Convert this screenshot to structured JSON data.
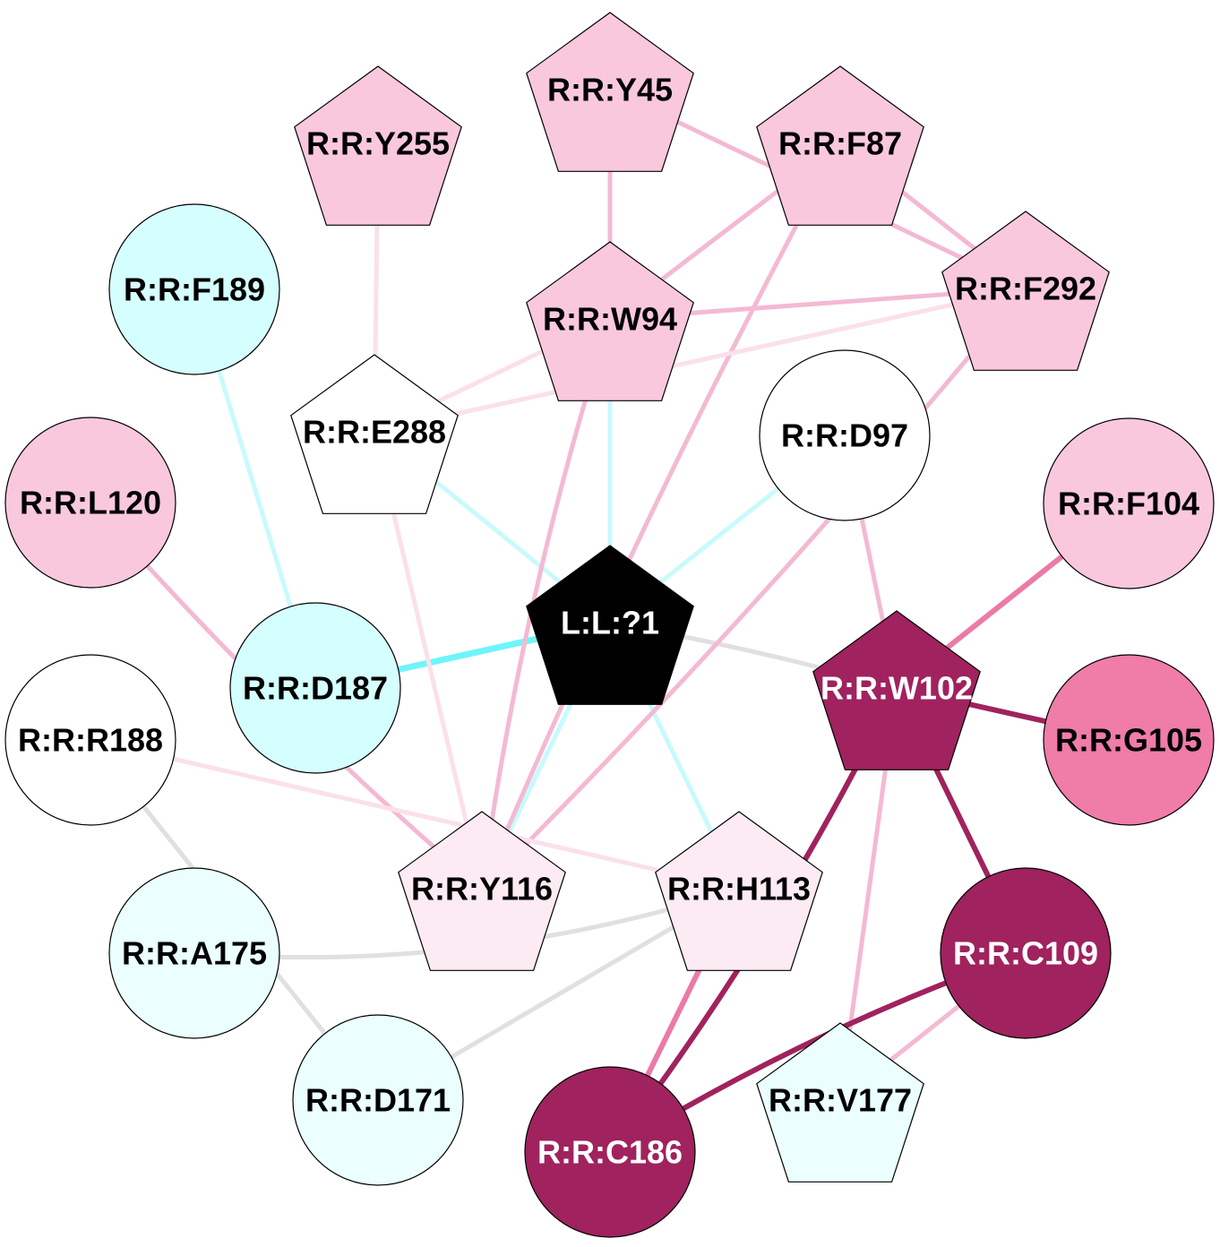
{
  "nodes": [
    {
      "id": "L:L:?1",
      "label": "L:L:?1",
      "shape": "pentagon",
      "fill": "#000000",
      "text_color": "#ffffff"
    },
    {
      "id": "R:R:Y45",
      "label": "R:R:Y45",
      "shape": "pentagon",
      "fill": "#f9c8dd",
      "text_color": "#000000"
    },
    {
      "id": "R:R:Y255",
      "label": "R:R:Y255",
      "shape": "pentagon",
      "fill": "#f9c8dd",
      "text_color": "#000000"
    },
    {
      "id": "R:R:F87",
      "label": "R:R:F87",
      "shape": "pentagon",
      "fill": "#f9c8dd",
      "text_color": "#000000"
    },
    {
      "id": "R:R:W94",
      "label": "R:R:W94",
      "shape": "pentagon",
      "fill": "#f9c8dd",
      "text_color": "#000000"
    },
    {
      "id": "R:R:F292",
      "label": "R:R:F292",
      "shape": "pentagon",
      "fill": "#f9c8dd",
      "text_color": "#000000"
    },
    {
      "id": "R:R:F189",
      "label": "R:R:F189",
      "shape": "circle",
      "fill": "#d5fefe",
      "text_color": "#000000"
    },
    {
      "id": "R:R:E288",
      "label": "R:R:E288",
      "shape": "pentagon",
      "fill": "#ffffff",
      "text_color": "#000000"
    },
    {
      "id": "R:R:D97",
      "label": "R:R:D97",
      "shape": "circle",
      "fill": "#ffffff",
      "text_color": "#000000"
    },
    {
      "id": "R:R:L120",
      "label": "R:R:L120",
      "shape": "circle",
      "fill": "#f9c8dd",
      "text_color": "#000000"
    },
    {
      "id": "R:R:F104",
      "label": "R:R:F104",
      "shape": "circle",
      "fill": "#f9c8dd",
      "text_color": "#000000"
    },
    {
      "id": "R:R:D187",
      "label": "R:R:D187",
      "shape": "circle",
      "fill": "#d5fefe",
      "text_color": "#000000"
    },
    {
      "id": "R:R:W102",
      "label": "R:R:W102",
      "shape": "pentagon",
      "fill": "#a0225e",
      "text_color": "#ffffff"
    },
    {
      "id": "R:R:R188",
      "label": "R:R:R188",
      "shape": "circle",
      "fill": "#ffffff",
      "text_color": "#000000"
    },
    {
      "id": "R:R:G105",
      "label": "R:R:G105",
      "shape": "circle",
      "fill": "#f07ca8",
      "text_color": "#000000"
    },
    {
      "id": "R:R:Y116",
      "label": "R:R:Y116",
      "shape": "pentagon",
      "fill": "#fcebf3",
      "text_color": "#000000"
    },
    {
      "id": "R:R:H113",
      "label": "R:R:H113",
      "shape": "pentagon",
      "fill": "#fcebf3",
      "text_color": "#000000"
    },
    {
      "id": "R:R:A175",
      "label": "R:R:A175",
      "shape": "circle",
      "fill": "#eafffe",
      "text_color": "#000000"
    },
    {
      "id": "R:R:C109",
      "label": "R:R:C109",
      "shape": "circle",
      "fill": "#a0225e",
      "text_color": "#ffffff"
    },
    {
      "id": "R:R:D171",
      "label": "R:R:D171",
      "shape": "circle",
      "fill": "#eafffe",
      "text_color": "#000000"
    },
    {
      "id": "R:R:V177",
      "label": "R:R:V177",
      "shape": "pentagon",
      "fill": "#eafffe",
      "text_color": "#000000"
    },
    {
      "id": "R:R:C186",
      "label": "R:R:C186",
      "shape": "circle",
      "fill": "#a0225e",
      "text_color": "#ffffff"
    }
  ],
  "edges": [
    {
      "source": "L:L:?1",
      "target": "R:R:D187",
      "color": "#6ef5fa",
      "weight": "strong"
    },
    {
      "source": "L:L:?1",
      "target": "R:R:E288",
      "color": "#c8fafc",
      "weight": "normal"
    },
    {
      "source": "L:L:?1",
      "target": "R:R:W94",
      "color": "#c8fafc",
      "weight": "normal"
    },
    {
      "source": "L:L:?1",
      "target": "R:R:D97",
      "color": "#c8fafc",
      "weight": "normal"
    },
    {
      "source": "L:L:?1",
      "target": "R:R:Y116",
      "color": "#c8fafc",
      "weight": "normal"
    },
    {
      "source": "L:L:?1",
      "target": "R:R:H113",
      "color": "#c8fafc",
      "weight": "normal"
    },
    {
      "source": "L:L:?1",
      "target": "R:R:W102",
      "color": "#e0e0e0",
      "weight": "normal"
    },
    {
      "source": "R:R:F189",
      "target": "R:R:D187",
      "color": "#c8fafc",
      "weight": "normal"
    },
    {
      "source": "R:R:Y45",
      "target": "R:R:W94",
      "color": "#f4b9d3",
      "weight": "normal"
    },
    {
      "source": "R:R:Y45",
      "target": "R:R:F292",
      "color": "#f4b9d3",
      "weight": "normal"
    },
    {
      "source": "R:R:F87",
      "target": "R:R:W94",
      "color": "#f4b9d3",
      "weight": "normal"
    },
    {
      "source": "R:R:F87",
      "target": "R:R:F292",
      "color": "#f4b9d3",
      "weight": "normal"
    },
    {
      "source": "R:R:F87",
      "target": "R:R:Y116",
      "color": "#f4b9d3",
      "weight": "normal"
    },
    {
      "source": "R:R:W94",
      "target": "R:R:F292",
      "color": "#f4b9d3",
      "weight": "normal"
    },
    {
      "source": "R:R:W94",
      "target": "R:R:Y116",
      "color": "#f4b9d3",
      "weight": "normal"
    },
    {
      "source": "R:R:W94",
      "target": "R:R:E288",
      "color": "#fbe0ea",
      "weight": "normal"
    },
    {
      "source": "R:R:F292",
      "target": "R:R:E288",
      "color": "#fbe0ea",
      "weight": "normal"
    },
    {
      "source": "R:R:F292",
      "target": "R:R:Y116",
      "color": "#f4b9d3",
      "weight": "normal"
    },
    {
      "source": "R:R:Y255",
      "target": "R:R:E288",
      "color": "#fbe0ea",
      "weight": "normal"
    },
    {
      "source": "R:R:E288",
      "target": "R:R:Y116",
      "color": "#fbe0ea",
      "weight": "normal"
    },
    {
      "source": "R:R:L120",
      "target": "R:R:Y116",
      "color": "#f4b9d3",
      "weight": "normal"
    },
    {
      "source": "R:R:R188",
      "target": "R:R:H113",
      "color": "#fbe0ea",
      "weight": "normal"
    },
    {
      "source": "R:R:R188",
      "target": "R:R:D171",
      "color": "#e0e0e0",
      "weight": "normal"
    },
    {
      "source": "R:R:A175",
      "target": "R:R:H113",
      "color": "#e0e0e0",
      "weight": "normal"
    },
    {
      "source": "R:R:D171",
      "target": "R:R:H113",
      "color": "#e0e0e0",
      "weight": "normal"
    },
    {
      "source": "R:R:D97",
      "target": "R:R:W102",
      "color": "#f4b9d3",
      "weight": "normal"
    },
    {
      "source": "R:R:F104",
      "target": "R:R:W102",
      "color": "#ec7aa6",
      "weight": "medium"
    },
    {
      "source": "R:R:G105",
      "target": "R:R:W102",
      "color": "#a0225e",
      "weight": "medium"
    },
    {
      "source": "R:R:C109",
      "target": "R:R:W102",
      "color": "#a0225e",
      "weight": "medium"
    },
    {
      "source": "R:R:C186",
      "target": "R:R:W102",
      "color": "#a0225e",
      "weight": "medium"
    },
    {
      "source": "R:R:V177",
      "target": "R:R:W102",
      "color": "#f4b9d3",
      "weight": "normal"
    },
    {
      "source": "R:R:C186",
      "target": "R:R:C109",
      "color": "#a0225e",
      "weight": "medium"
    },
    {
      "source": "R:R:V177",
      "target": "R:R:C109",
      "color": "#f4b9d3",
      "weight": "normal"
    },
    {
      "source": "R:R:C186",
      "target": "R:R:H113",
      "color": "#ec7aa6",
      "weight": "medium"
    }
  ]
}
